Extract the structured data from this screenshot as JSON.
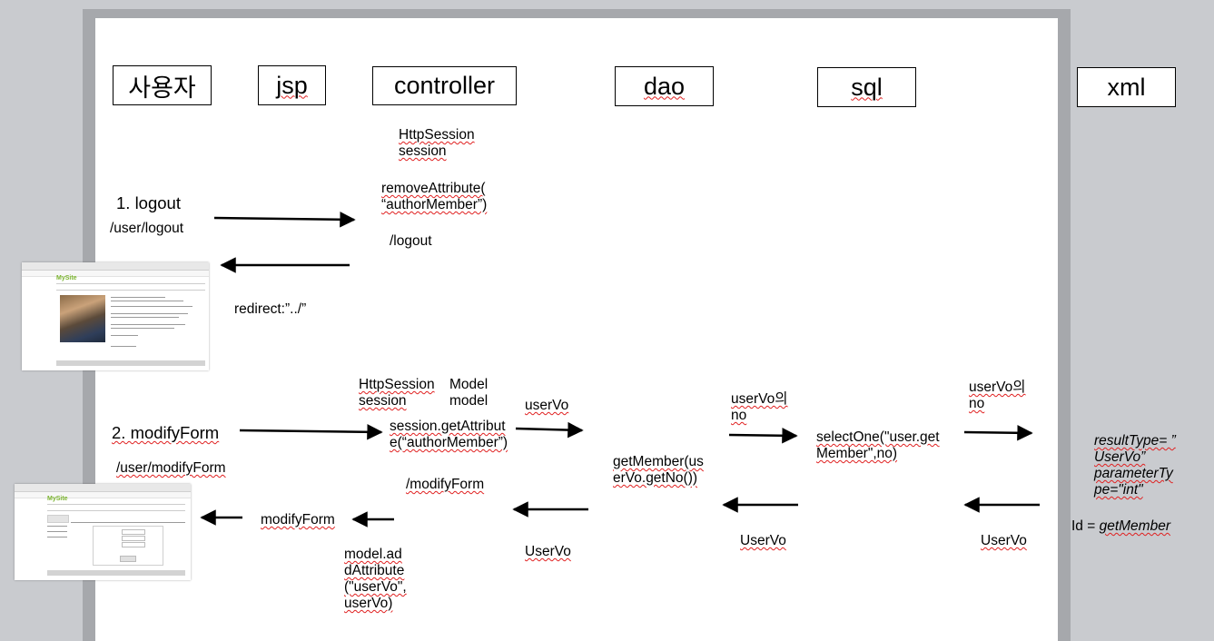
{
  "headers": {
    "user": "사용자",
    "jsp": "jsp",
    "controller": "controller",
    "dao": "dao",
    "sql": "sql",
    "xml": "xml"
  },
  "logout_flow": {
    "step": "1. logout",
    "url": "/user/logout",
    "session_decl": "HttpSession\nsession",
    "remove_attr": "removeAttribute(\n“authorMember”)",
    "mapping": "/logout",
    "redirect": "redirect:”../”"
  },
  "modify_flow": {
    "step": "2. modifyForm",
    "url": "/user/modifyForm",
    "session_decl": "HttpSession\nsession",
    "model_decl": "Model\nmodel",
    "get_attr": "session.getAttribut\ne(“authorMember”)",
    "uservo_1": "userVo",
    "get_member": "getMember(us\nerVo.getNo())",
    "uservo_no_1": "userVo의\nno",
    "select_one": "selectOne(\"user.get\nMember\",no)",
    "uservo_no_2": "userVo의\nno",
    "result_type": "resultType= ”\nUserVo”\nparameterTy\npe=\"int\"",
    "id_label": "Id = ",
    "id_value": "getMember",
    "mapping": "/modifyForm",
    "view_name": "modifyForm",
    "add_attr": "model.ad\ndAttribute\n(\"userVo\",\nuserVo)",
    "return_uservo_dao": "UserVo",
    "return_uservo_sql": "UserVo",
    "return_uservo_xml": "UserVo"
  },
  "thumbnails": {
    "main_brand": "MySite",
    "modify_brand": "MySite"
  }
}
